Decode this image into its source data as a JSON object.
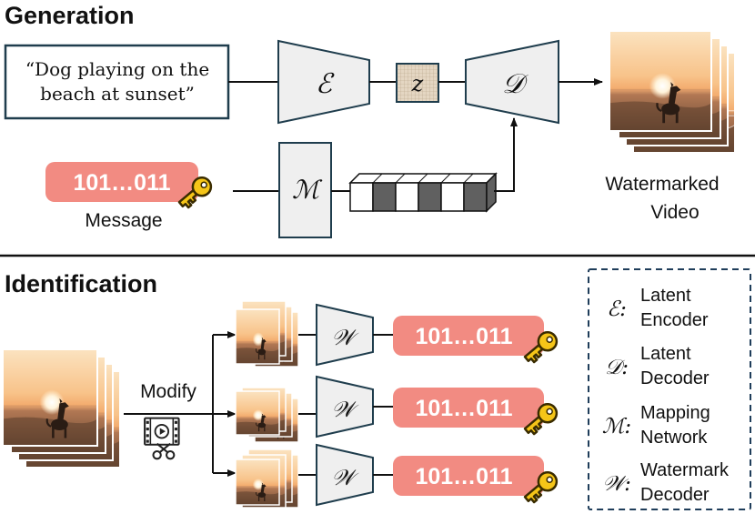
{
  "generation": {
    "title": "Generation",
    "prompt_line1": "“Dog playing on the",
    "prompt_line2": "beach at sunset”",
    "encoder_symbol": "ℰ",
    "latent_symbol": "z",
    "decoder_symbol": "𝒟",
    "mapping_symbol": "ℳ",
    "message_bits": "101…011",
    "message_label": "Message",
    "output_label_line1": "Watermarked",
    "output_label_line2": "Video",
    "message_vector_pattern": [
      "white",
      "dark",
      "white",
      "dark",
      "white",
      "dark"
    ]
  },
  "identification": {
    "title": "Identification",
    "modify_label": "Modify",
    "watermark_decoder_symbol": "𝒲",
    "decoded_bits": [
      "101…011",
      "101…011",
      "101…011"
    ]
  },
  "legend": {
    "items": [
      {
        "symbol": "ℰ",
        "line1": "Latent",
        "line2": "Encoder"
      },
      {
        "symbol": "𝒟",
        "line1": "Latent",
        "line2": "Decoder"
      },
      {
        "symbol": "ℳ",
        "line1": "Mapping",
        "line2": "Network"
      },
      {
        "symbol": "𝒲",
        "line1": "Watermark",
        "line2": "Decoder"
      }
    ]
  },
  "colors": {
    "bits_pill": "#f28b82",
    "key": "#f5c518",
    "module_fill": "#efefef",
    "latent_fill": "#e4d6c2",
    "legend_border": "#1f3d5a",
    "vector_dark": "#606060"
  }
}
